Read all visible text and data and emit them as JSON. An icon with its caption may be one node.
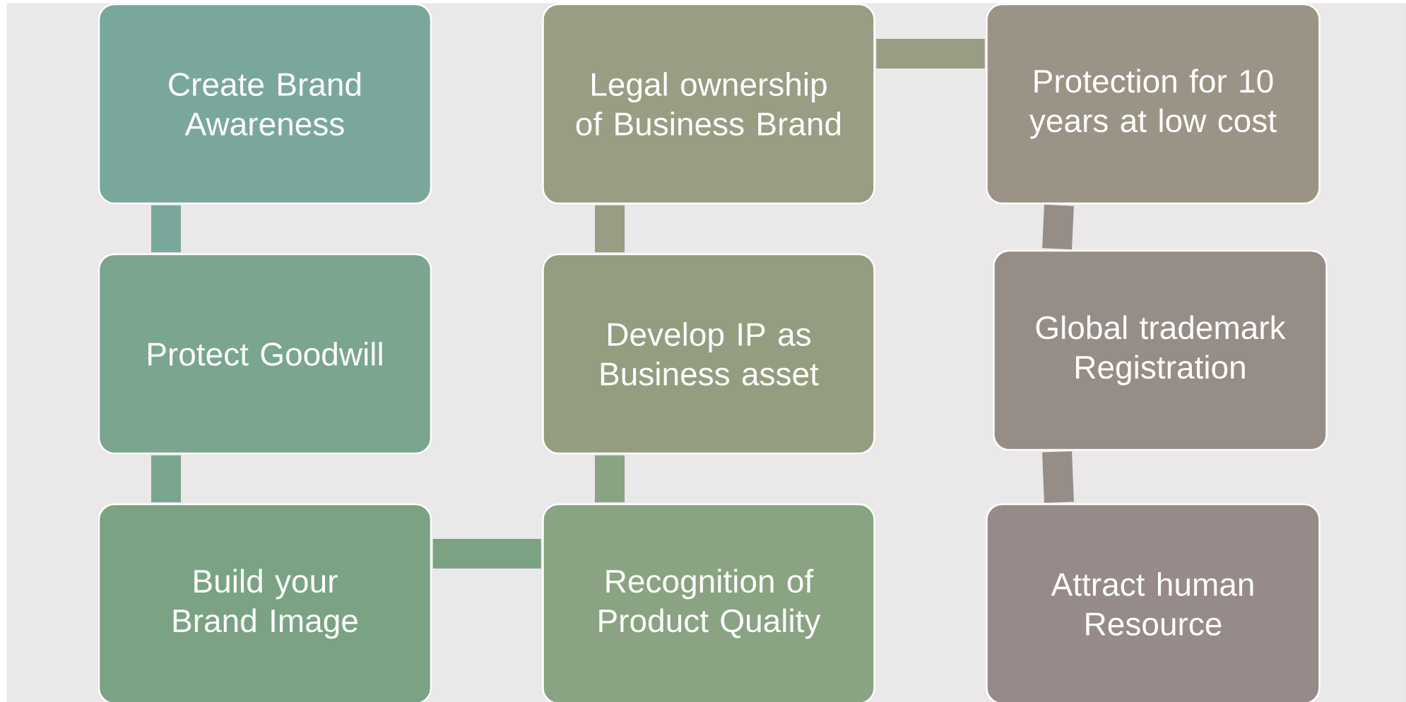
{
  "diagram": {
    "nodes": [
      {
        "text": [
          "Create Brand Awareness"
        ]
      },
      {
        "text": [
          "Legal ownership of Business Brand"
        ]
      },
      {
        "text": [
          "Protection for 10 years at low cost"
        ]
      },
      {
        "text": [
          "Protect Goodwill"
        ]
      },
      {
        "text": [
          "Develop IP as Business asset"
        ]
      },
      {
        "text": [
          "Global trademark Registration"
        ]
      },
      {
        "text": [
          "Build your Brand Image"
        ]
      },
      {
        "text": [
          "Recognition of Product Quality"
        ]
      },
      {
        "text": [
          "Attract human Resource"
        ]
      }
    ],
    "edges": [
      {
        "from": 0,
        "to": 3,
        "arrow": "none",
        "color": "#7aa79c"
      },
      {
        "from": 3,
        "to": 6,
        "arrow": "none",
        "color": "#7aa58f"
      },
      {
        "from": 6,
        "to": 7,
        "arrow": "none",
        "color": "#7ba383"
      },
      {
        "from": 7,
        "to": 4,
        "arrow": "none",
        "color": "#8aa382"
      },
      {
        "from": 4,
        "to": 1,
        "arrow": "none",
        "color": "#9a9c83"
      },
      {
        "from": 1,
        "to": 2,
        "arrow": "none",
        "color": "#9a9c83"
      },
      {
        "from": 2,
        "to": 5,
        "arrow": "none",
        "color": "#968d87"
      },
      {
        "from": 5,
        "to": 8,
        "arrow": "none",
        "color": "#968d87"
      }
    ]
  }
}
